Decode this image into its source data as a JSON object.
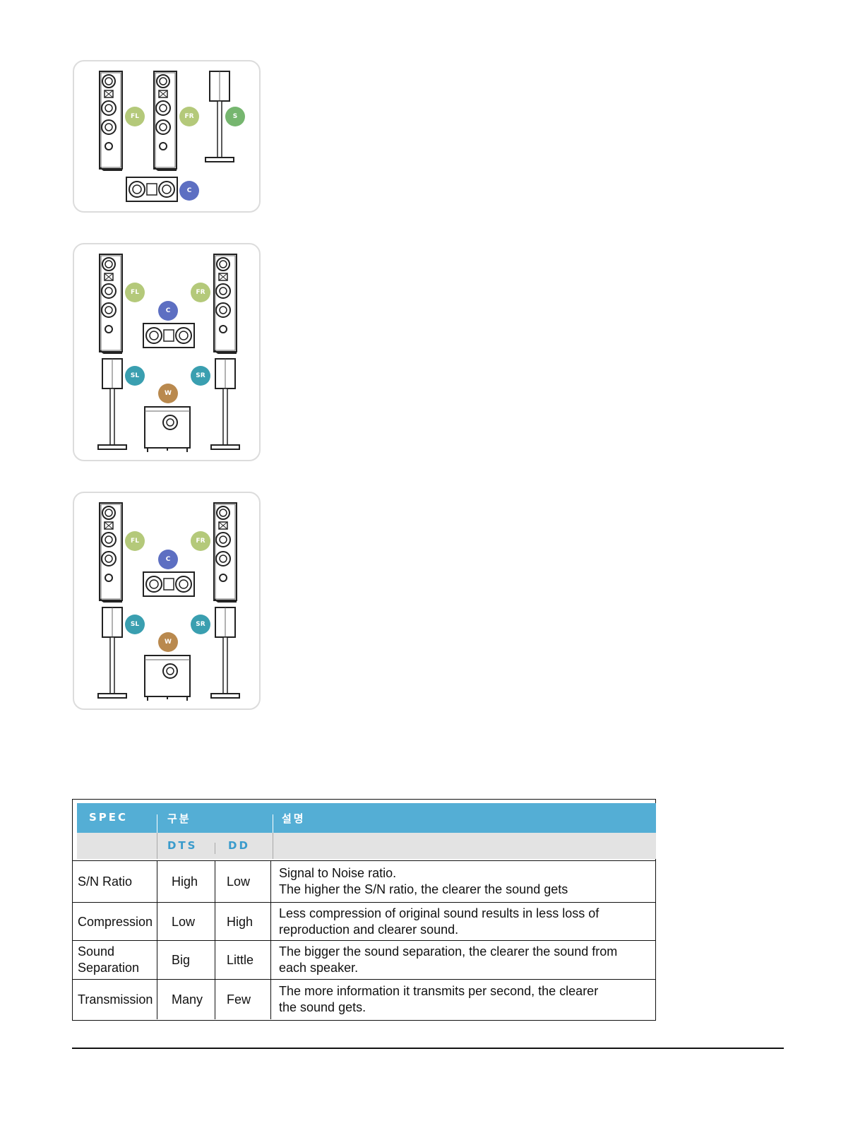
{
  "diagrams": {
    "panel1": {
      "speakers": [
        "FL",
        "FR",
        "S",
        "C"
      ],
      "colors": {
        "front": "#b4c97a",
        "surround_green": "#76b66f",
        "center": "#5d6fc2"
      }
    },
    "panel2": {
      "speakers": [
        "FL",
        "FR",
        "C",
        "SL",
        "SR",
        "W"
      ],
      "colors": {
        "front": "#b4c97a",
        "center": "#5d6fc2",
        "surround": "#3a9fb0",
        "woofer": "#b9894e"
      }
    },
    "panel3": {
      "speakers": [
        "FL",
        "FR",
        "C",
        "SL",
        "SR",
        "W"
      ],
      "colors": {
        "front": "#b4c97a",
        "center": "#5d6fc2",
        "surround": "#3a9fb0",
        "woofer": "#b9894e"
      }
    }
  },
  "spec_table": {
    "header": {
      "spec": "SPEC",
      "category": "구분",
      "description": "설명",
      "dts": "DTS",
      "dd": "DD"
    },
    "colors": {
      "header_blue": "#54aed5",
      "subheader_gray": "#e3e3e3",
      "subheader_text": "#3a9bcc"
    },
    "rows": [
      {
        "spec": "S/N Ratio",
        "dts": "High",
        "dd": "Low",
        "desc_line1": "Signal to Noise ratio.",
        "desc_line2": "The higher the S/N ratio, the clearer the sound gets"
      },
      {
        "spec": "Compression",
        "dts": "Low",
        "dd": "High",
        "desc_line1": "Less compression of original sound results in less loss of",
        "desc_line2": "reproduction and clearer sound."
      },
      {
        "spec_line1": "Sound",
        "spec_line2": "Separation",
        "dts": "Big",
        "dd": "Little",
        "desc_line1": "The bigger the sound separation, the clearer the sound from",
        "desc_line2": "each speaker."
      },
      {
        "spec": "Transmission",
        "dts": "Many",
        "dd": "Few",
        "desc_line1": "The more information it transmits per second, the clearer",
        "desc_line2": "the sound gets."
      }
    ]
  }
}
